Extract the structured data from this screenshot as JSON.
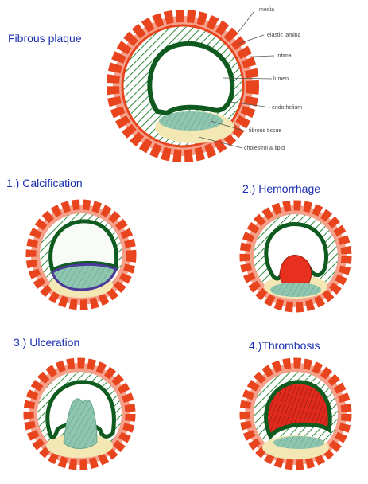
{
  "main_title": "Fibrous plaque",
  "annotations": {
    "media": "media",
    "elastic_lamina": "elastic lamina",
    "intima": "intima",
    "lumen": "lumen",
    "endothelium": "endothelium",
    "fibrous_tissue": "fibrous tissue",
    "cholesterol_lipid": "cholestrol & lipid"
  },
  "complications": {
    "calcification": "1.) Calcification",
    "hemorrhage": "2.) Hemorrhage",
    "ulceration": "3.) Ulceration",
    "thrombosis": "4.)Thrombosis"
  },
  "colors": {
    "media": "#e8451f",
    "intima_hatch": "#2f8a3c",
    "endothelium": "#0e5a1f",
    "fibrous": "#8ec6b0",
    "lipid": "#f3e7b3",
    "calcification_line": "#4b3a9a",
    "hemorrhage": "#e8301f",
    "thrombus": "#e02a1e",
    "label_text": "#1c2fb0"
  }
}
